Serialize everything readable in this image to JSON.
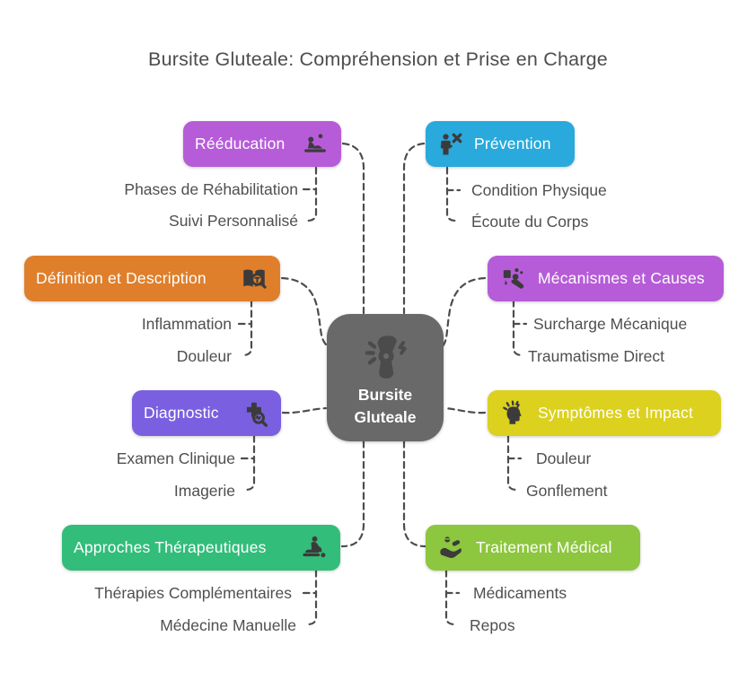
{
  "title": "Bursite Gluteale: Compréhension et Prise en Charge",
  "connector_color": "#4d4d4d",
  "child_text_color": "#4f4f4f",
  "node_text_color": "#ffffff",
  "center": {
    "label": "Bursite Gluteale",
    "label_lines": [
      "Bursite",
      "Gluteale"
    ],
    "icon": "joint-pain-icon",
    "color": "#696969"
  },
  "branches": [
    {
      "id": "reeducation",
      "label": "Rééducation",
      "icon": "physiotherapy-icon",
      "color": "#b65cd8",
      "children": [
        "Phases de Réhabilitation",
        "Suivi Personnalisé"
      ]
    },
    {
      "id": "prevention",
      "label": "Prévention",
      "icon": "prevention-icon",
      "color": "#29a9dc",
      "children": [
        "Condition Physique",
        "Écoute du Corps"
      ]
    },
    {
      "id": "definition",
      "label": "Définition et Description",
      "icon": "book-magnifier-icon",
      "color": "#df7f2c",
      "children": [
        "Inflammation",
        "Douleur"
      ]
    },
    {
      "id": "mecanismes",
      "label": "Mécanismes et Causes",
      "icon": "overload-icon",
      "color": "#b65cd8",
      "children": [
        "Surcharge Mécanique",
        "Traumatisme Direct"
      ]
    },
    {
      "id": "diagnostic",
      "label": "Diagnostic",
      "icon": "medical-search-icon",
      "color": "#7a60e0",
      "children": [
        "Examen Clinique",
        "Imagerie"
      ]
    },
    {
      "id": "symptomes",
      "label": "Symptômes et Impact",
      "icon": "head-pain-icon",
      "color": "#dbd11e",
      "children": [
        "Douleur",
        "Gonflement"
      ]
    },
    {
      "id": "approches",
      "label": "Approches Thérapeutiques",
      "icon": "massage-icon",
      "color": "#32bd7a",
      "children": [
        "Thérapies Complémentaires",
        "Médecine Manuelle"
      ]
    },
    {
      "id": "traitement",
      "label": "Traitement Médical",
      "icon": "hand-pills-icon",
      "color": "#8dc63f",
      "children": [
        "Médicaments",
        "Repos"
      ]
    }
  ]
}
